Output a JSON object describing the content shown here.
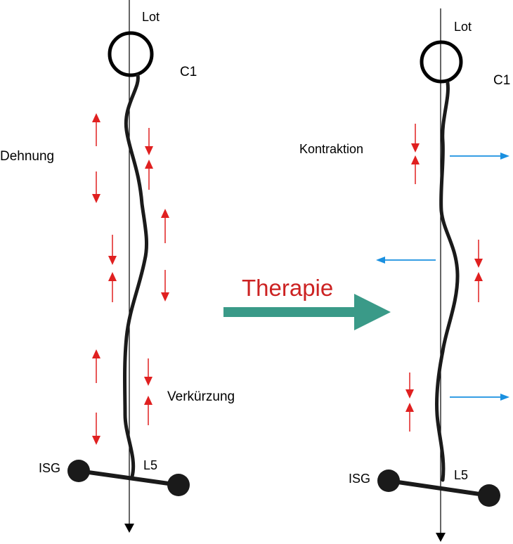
{
  "diagram": {
    "left": {
      "label_lot": "Lot",
      "label_c1": "C1",
      "label_dehnung": "Dehnung",
      "label_verkuerzung": "Verkürzung",
      "label_isg": "ISG",
      "label_l5": "L5"
    },
    "right": {
      "label_lot": "Lot",
      "label_c1": "C1",
      "label_kontraktion": "Kontraktion",
      "label_isg": "ISG",
      "label_l5": "L5"
    },
    "therapy_label": "Therapie",
    "colors": {
      "red_arrow": "#e02020",
      "blue_arrow": "#1a90e0",
      "therapy_arrow": "#3a9a88",
      "therapy_text": "#cc2222",
      "spine": "#1a1a1a"
    }
  }
}
